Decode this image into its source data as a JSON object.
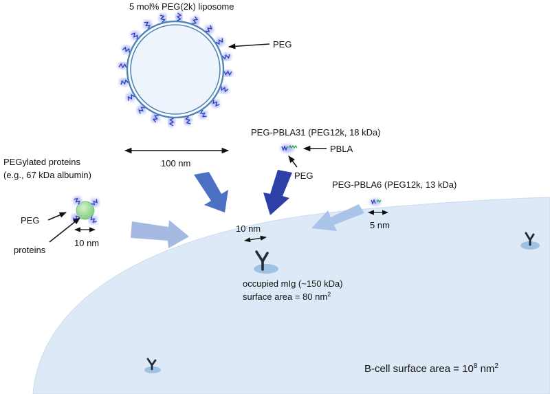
{
  "liposome": {
    "title": "5 mol% PEG(2k) liposome",
    "peg_label": "PEG",
    "diameter_label": "100 nm"
  },
  "pbla31": {
    "title": "PEG-PBLA31 (PEG12k, 18 kDa)",
    "pbla_label": "PBLA",
    "peg_label": "PEG"
  },
  "pbla6": {
    "title": "PEG-PBLA6 (PEG12k, 13 kDa)",
    "size_label": "5 nm"
  },
  "protein": {
    "title_line1": "PEGylated proteins",
    "title_line2": "(e.g., 67 kDa albumin)",
    "peg_label": "PEG",
    "protein_label": "proteins",
    "size_label": "10 nm"
  },
  "receptor": {
    "size_label": "10 nm",
    "name": "occupied mIg (~150 kDa)",
    "area_prefix": "surface area = 80 nm",
    "area_exp": "2"
  },
  "cell": {
    "area_prefix": "B-cell surface area = 10",
    "area_exp": "8",
    "area_unit": " nm",
    "area_unit_exp": "2"
  },
  "colors": {
    "cell_fill": "#dde9f6",
    "receptor_disc": "#9ec2e4",
    "liposome_ring": "#4f84b9",
    "peg_chain": "#2c3cb8",
    "peg_glow": "#aeb8f5",
    "protein_core": "#8ed58b",
    "pbla_chain": "#2ea34b",
    "arrow_liposome": "#4b70c4",
    "arrow_pbla31": "#2f3fa8",
    "arrow_protein": "#a6b9e2",
    "arrow_pbla6": "#a9c4e8"
  }
}
